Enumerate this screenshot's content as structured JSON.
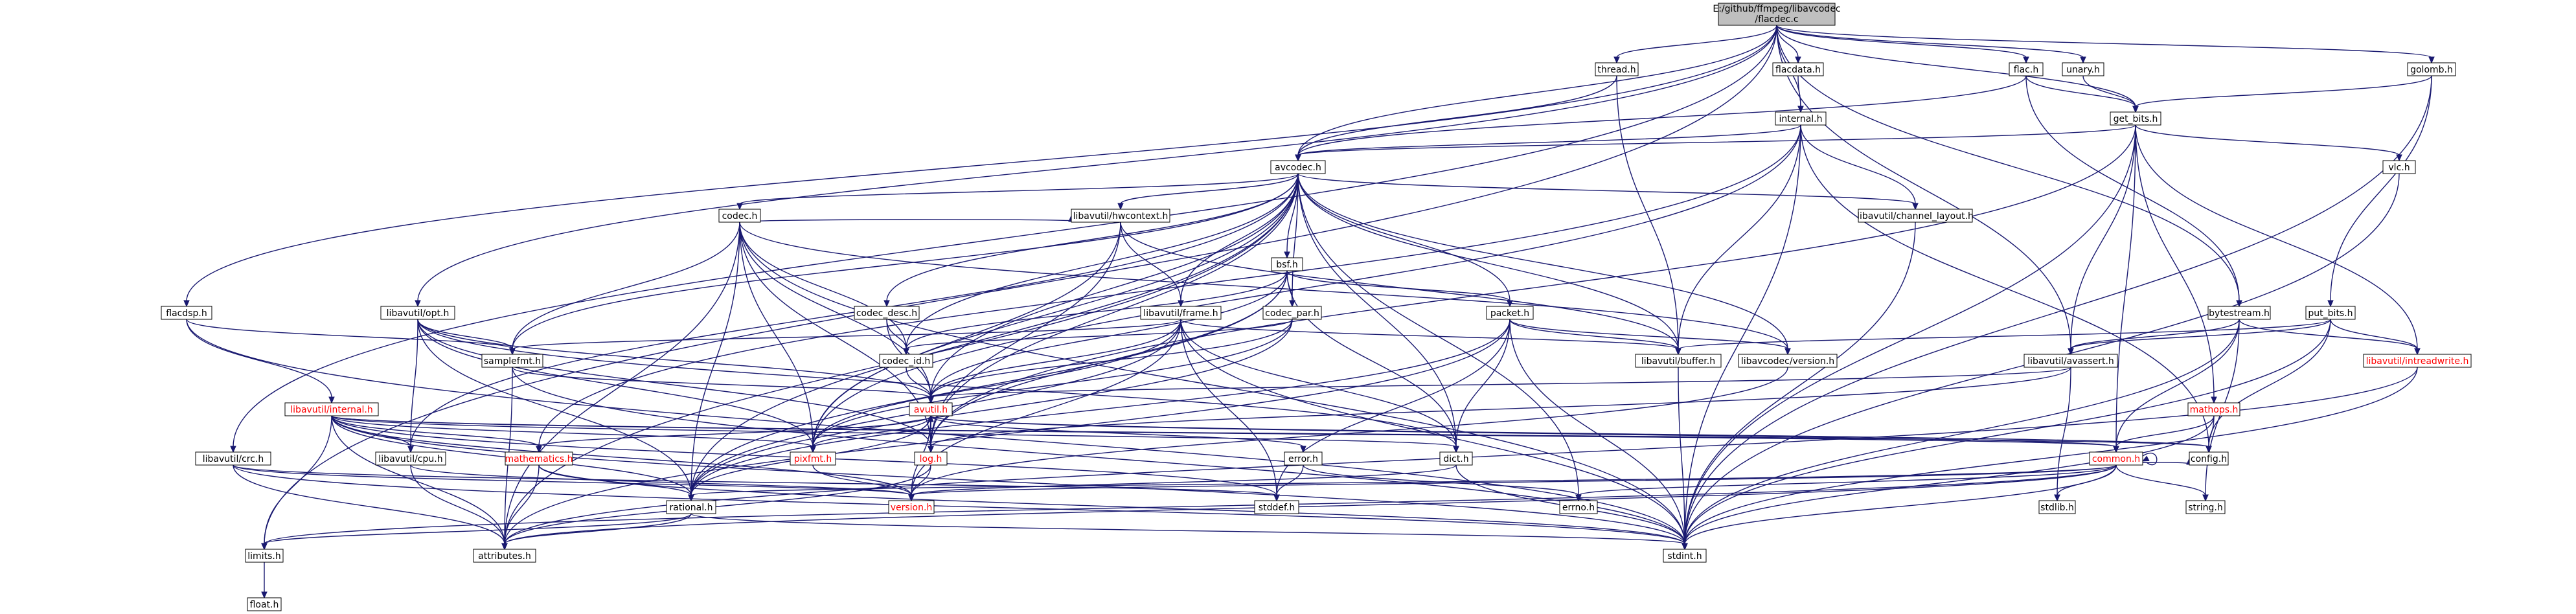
{
  "diagram": {
    "colors": {
      "root_fill": "#bfbfbf",
      "node_fill": "#ffffff",
      "node_border": "#000000",
      "text_normal": "#000000",
      "text_linked_red": "#ff0000",
      "edge_color": "#191970"
    },
    "nodes": [
      {
        "id": "root",
        "label": "E:/github/ffmpeg/libavcodec/flacdec.c",
        "label_lines": [
          "E:/github/ffmpeg/libavcodec",
          "/flacdec.c"
        ],
        "style": "root"
      },
      {
        "id": "flacdata_h",
        "label": "flacdata.h",
        "style": "normal"
      },
      {
        "id": "thread_h",
        "label": "thread.h",
        "style": "normal"
      },
      {
        "id": "internal_h",
        "label": "internal.h",
        "style": "normal"
      },
      {
        "id": "flac_h",
        "label": "flac.h",
        "style": "normal"
      },
      {
        "id": "unary_h",
        "label": "unary.h",
        "style": "normal"
      },
      {
        "id": "golomb_h",
        "label": "golomb.h",
        "style": "normal"
      },
      {
        "id": "get_bits_h",
        "label": "get_bits.h",
        "style": "normal"
      },
      {
        "id": "vlc_h",
        "label": "vlc.h",
        "style": "normal"
      },
      {
        "id": "avcodec_h",
        "label": "avcodec.h",
        "style": "normal"
      },
      {
        "id": "channel_layout_h",
        "label": "libavutil/channel_layout.h",
        "style": "normal"
      },
      {
        "id": "codec_h",
        "label": "codec.h",
        "style": "normal"
      },
      {
        "id": "hwcontext_h",
        "label": "libavutil/hwcontext.h",
        "style": "normal"
      },
      {
        "id": "bsf_h",
        "label": "bsf.h",
        "style": "normal"
      },
      {
        "id": "bytestream_h",
        "label": "bytestream.h",
        "style": "normal"
      },
      {
        "id": "put_bits_h",
        "label": "put_bits.h",
        "style": "normal"
      },
      {
        "id": "flacdsp_h",
        "label": "flacdsp.h",
        "style": "normal"
      },
      {
        "id": "opt_h",
        "label": "libavutil/opt.h",
        "style": "normal"
      },
      {
        "id": "codec_desc_h",
        "label": "codec_desc.h",
        "style": "normal"
      },
      {
        "id": "frame_h",
        "label": "libavutil/frame.h",
        "style": "normal"
      },
      {
        "id": "codec_par_h",
        "label": "codec_par.h",
        "style": "normal"
      },
      {
        "id": "packet_h",
        "label": "packet.h",
        "style": "normal"
      },
      {
        "id": "samplefmt_h",
        "label": "samplefmt.h",
        "style": "normal"
      },
      {
        "id": "codec_id_h",
        "label": "codec_id.h",
        "style": "normal"
      },
      {
        "id": "buffer_h",
        "label": "libavutil/buffer.h",
        "style": "normal"
      },
      {
        "id": "avc_version_h",
        "label": "libavcodec/version.h",
        "style": "normal"
      },
      {
        "id": "avassert_h",
        "label": "libavutil/avassert.h",
        "style": "normal"
      },
      {
        "id": "intreadwrite_h",
        "label": "libavutil/intreadwrite.h",
        "style": "linked"
      },
      {
        "id": "avutil_internal_h",
        "label": "libavutil/internal.h",
        "style": "linked"
      },
      {
        "id": "avutil_h",
        "label": "avutil.h",
        "style": "linked"
      },
      {
        "id": "mathops_h",
        "label": "mathops.h",
        "style": "linked"
      },
      {
        "id": "crc_h",
        "label": "libavutil/crc.h",
        "style": "normal"
      },
      {
        "id": "cpu_h",
        "label": "libavutil/cpu.h",
        "style": "normal"
      },
      {
        "id": "mathematics_h",
        "label": "mathematics.h",
        "style": "linked"
      },
      {
        "id": "pixfmt_h",
        "label": "pixfmt.h",
        "style": "linked"
      },
      {
        "id": "log_h",
        "label": "log.h",
        "style": "linked"
      },
      {
        "id": "error_h",
        "label": "error.h",
        "style": "normal"
      },
      {
        "id": "dict_h",
        "label": "dict.h",
        "style": "normal"
      },
      {
        "id": "common_h",
        "label": "common.h",
        "style": "linked"
      },
      {
        "id": "config_h",
        "label": "config.h",
        "style": "normal"
      },
      {
        "id": "rational_h",
        "label": "rational.h",
        "style": "normal"
      },
      {
        "id": "version_h",
        "label": "version.h",
        "style": "linked"
      },
      {
        "id": "stddef_h",
        "label": "stddef.h",
        "style": "normal"
      },
      {
        "id": "errno_h",
        "label": "errno.h",
        "style": "normal"
      },
      {
        "id": "stdlib_h",
        "label": "stdlib.h",
        "style": "normal"
      },
      {
        "id": "string_h",
        "label": "string.h",
        "style": "normal"
      },
      {
        "id": "limits_h",
        "label": "limits.h",
        "style": "normal"
      },
      {
        "id": "attributes_h",
        "label": "attributes.h",
        "style": "normal"
      },
      {
        "id": "stdint_h",
        "label": "stdint.h",
        "style": "normal"
      },
      {
        "id": "float_h",
        "label": "float.h",
        "style": "normal"
      }
    ],
    "edges": [
      [
        "root",
        "flacdata_h"
      ],
      [
        "root",
        "thread_h"
      ],
      [
        "root",
        "internal_h"
      ],
      [
        "root",
        "flac_h"
      ],
      [
        "root",
        "unary_h"
      ],
      [
        "root",
        "golomb_h"
      ],
      [
        "root",
        "get_bits_h"
      ],
      [
        "root",
        "avcodec_h"
      ],
      [
        "root",
        "bytestream_h"
      ],
      [
        "root",
        "flacdsp_h"
      ],
      [
        "root",
        "opt_h"
      ],
      [
        "root",
        "crc_h"
      ],
      [
        "root",
        "avassert_h"
      ],
      [
        "root",
        "limits_h"
      ],
      [
        "flacdata_h",
        "internal_h"
      ],
      [
        "thread_h",
        "avcodec_h"
      ],
      [
        "thread_h",
        "buffer_h"
      ],
      [
        "internal_h",
        "avcodec_h"
      ],
      [
        "internal_h",
        "channel_layout_h"
      ],
      [
        "internal_h",
        "buffer_h"
      ],
      [
        "internal_h",
        "pixfmt_h"
      ],
      [
        "internal_h",
        "stdint_h"
      ],
      [
        "internal_h",
        "config_h"
      ],
      [
        "internal_h",
        "mathematics_h"
      ],
      [
        "flac_h",
        "avcodec_h"
      ],
      [
        "flac_h",
        "get_bits_h"
      ],
      [
        "flac_h",
        "bytestream_h"
      ],
      [
        "unary_h",
        "get_bits_h"
      ],
      [
        "golomb_h",
        "get_bits_h"
      ],
      [
        "golomb_h",
        "put_bits_h"
      ],
      [
        "golomb_h",
        "stdint_h"
      ],
      [
        "get_bits_h",
        "avcodec_h"
      ],
      [
        "get_bits_h",
        "vlc_h"
      ],
      [
        "get_bits_h",
        "avassert_h"
      ],
      [
        "get_bits_h",
        "intreadwrite_h"
      ],
      [
        "get_bits_h",
        "mathops_h"
      ],
      [
        "get_bits_h",
        "common_h"
      ],
      [
        "get_bits_h",
        "log_h"
      ],
      [
        "get_bits_h",
        "stdint_h"
      ],
      [
        "vlc_h",
        "stdint_h"
      ],
      [
        "avcodec_h",
        "codec_h"
      ],
      [
        "avcodec_h",
        "hwcontext_h"
      ],
      [
        "avcodec_h",
        "bsf_h"
      ],
      [
        "avcodec_h",
        "codec_desc_h"
      ],
      [
        "avcodec_h",
        "frame_h"
      ],
      [
        "avcodec_h",
        "codec_par_h"
      ],
      [
        "avcodec_h",
        "packet_h"
      ],
      [
        "avcodec_h",
        "samplefmt_h"
      ],
      [
        "avcodec_h",
        "codec_id_h"
      ],
      [
        "avcodec_h",
        "buffer_h"
      ],
      [
        "avcodec_h",
        "avc_version_h"
      ],
      [
        "avcodec_h",
        "channel_layout_h"
      ],
      [
        "avcodec_h",
        "avutil_h"
      ],
      [
        "avcodec_h",
        "dict_h"
      ],
      [
        "avcodec_h",
        "log_h"
      ],
      [
        "avcodec_h",
        "pixfmt_h"
      ],
      [
        "avcodec_h",
        "rational_h"
      ],
      [
        "avcodec_h",
        "attributes_h"
      ],
      [
        "avcodec_h",
        "errno_h"
      ],
      [
        "avcodec_h",
        "cpu_h"
      ],
      [
        "channel_layout_h",
        "stdint_h"
      ],
      [
        "codec_h",
        "hwcontext_h"
      ],
      [
        "codec_h",
        "samplefmt_h"
      ],
      [
        "codec_h",
        "codec_id_h"
      ],
      [
        "codec_h",
        "avutil_h"
      ],
      [
        "codec_h",
        "log_h"
      ],
      [
        "codec_h",
        "pixfmt_h"
      ],
      [
        "codec_h",
        "rational_h"
      ],
      [
        "codec_h",
        "avc_version_h"
      ],
      [
        "codec_h",
        "stdint_h"
      ],
      [
        "codec_h",
        "attributes_h"
      ],
      [
        "hwcontext_h",
        "frame_h"
      ],
      [
        "hwcontext_h",
        "buffer_h"
      ],
      [
        "hwcontext_h",
        "pixfmt_h"
      ],
      [
        "hwcontext_h",
        "log_h"
      ],
      [
        "bsf_h",
        "codec_id_h"
      ],
      [
        "bsf_h",
        "codec_par_h"
      ],
      [
        "bsf_h",
        "packet_h"
      ],
      [
        "bsf_h",
        "dict_h"
      ],
      [
        "bsf_h",
        "log_h"
      ],
      [
        "bsf_h",
        "rational_h"
      ],
      [
        "bsf_h",
        "avutil_h"
      ],
      [
        "bytestream_h",
        "avassert_h"
      ],
      [
        "bytestream_h",
        "intreadwrite_h"
      ],
      [
        "bytestream_h",
        "common_h"
      ],
      [
        "bytestream_h",
        "string_h"
      ],
      [
        "bytestream_h",
        "stdint_h"
      ],
      [
        "put_bits_h",
        "avassert_h"
      ],
      [
        "put_bits_h",
        "intreadwrite_h"
      ],
      [
        "put_bits_h",
        "buffer_h"
      ],
      [
        "put_bits_h",
        "config_h"
      ],
      [
        "put_bits_h",
        "stdint_h"
      ],
      [
        "flacdsp_h",
        "samplefmt_h"
      ],
      [
        "flacdsp_h",
        "avutil_internal_h"
      ],
      [
        "flacdsp_h",
        "stdint_h"
      ],
      [
        "opt_h",
        "samplefmt_h"
      ],
      [
        "opt_h",
        "avutil_h"
      ],
      [
        "opt_h",
        "dict_h"
      ],
      [
        "opt_h",
        "log_h"
      ],
      [
        "opt_h",
        "pixfmt_h"
      ],
      [
        "opt_h",
        "rational_h"
      ],
      [
        "opt_h",
        "cpu_h"
      ],
      [
        "codec_desc_h",
        "codec_id_h"
      ],
      [
        "codec_desc_h",
        "avutil_h"
      ],
      [
        "frame_h",
        "samplefmt_h"
      ],
      [
        "frame_h",
        "avutil_h"
      ],
      [
        "frame_h",
        "buffer_h"
      ],
      [
        "frame_h",
        "dict_h"
      ],
      [
        "frame_h",
        "rational_h"
      ],
      [
        "frame_h",
        "pixfmt_h"
      ],
      [
        "frame_h",
        "stddef_h"
      ],
      [
        "frame_h",
        "stdint_h"
      ],
      [
        "frame_h",
        "version_h"
      ],
      [
        "codec_par_h",
        "codec_id_h"
      ],
      [
        "codec_par_h",
        "avutil_h"
      ],
      [
        "codec_par_h",
        "pixfmt_h"
      ],
      [
        "codec_par_h",
        "rational_h"
      ],
      [
        "packet_h",
        "buffer_h"
      ],
      [
        "packet_h",
        "avc_version_h"
      ],
      [
        "packet_h",
        "dict_h"
      ],
      [
        "packet_h",
        "rational_h"
      ],
      [
        "packet_h",
        "stddef_h"
      ],
      [
        "packet_h",
        "stdint_h"
      ],
      [
        "packet_h",
        "attributes_h"
      ],
      [
        "samplefmt_h",
        "avutil_h"
      ],
      [
        "samplefmt_h",
        "attributes_h"
      ],
      [
        "samplefmt_h",
        "stdint_h"
      ],
      [
        "codec_id_h",
        "avutil_h"
      ],
      [
        "buffer_h",
        "stdint_h"
      ],
      [
        "avc_version_h",
        "version_h"
      ],
      [
        "avassert_h",
        "avutil_h"
      ],
      [
        "avassert_h",
        "log_h"
      ],
      [
        "avassert_h",
        "stdlib_h"
      ],
      [
        "intreadwrite_h",
        "stdint_h"
      ],
      [
        "intreadwrite_h",
        "attributes_h"
      ],
      [
        "avutil_internal_h",
        "attributes_h"
      ],
      [
        "avutil_internal_h",
        "dict_h"
      ],
      [
        "avutil_internal_h",
        "pixfmt_h"
      ],
      [
        "avutil_internal_h",
        "stddef_h"
      ],
      [
        "avutil_internal_h",
        "cpu_h"
      ],
      [
        "avutil_internal_h",
        "common_h"
      ],
      [
        "avutil_internal_h",
        "version_h"
      ],
      [
        "avutil_internal_h",
        "limits_h"
      ],
      [
        "avutil_internal_h",
        "stdint_h"
      ],
      [
        "avutil_internal_h",
        "config_h"
      ],
      [
        "avutil_internal_h",
        "mathematics_h"
      ],
      [
        "avutil_internal_h",
        "rational_h"
      ],
      [
        "avutil_h",
        "common_h"
      ],
      [
        "avutil_h",
        "error_h"
      ],
      [
        "avutil_h",
        "version_h"
      ],
      [
        "avutil_h",
        "mathematics_h"
      ],
      [
        "avutil_h",
        "rational_h"
      ],
      [
        "avutil_h",
        "pixfmt_h"
      ],
      [
        "avutil_h",
        "log_h"
      ],
      [
        "avutil_h",
        "config_h"
      ],
      [
        "mathops_h",
        "common_h"
      ],
      [
        "mathops_h",
        "config_h"
      ],
      [
        "mathops_h",
        "stdint_h"
      ],
      [
        "crc_h",
        "attributes_h"
      ],
      [
        "crc_h",
        "version_h"
      ],
      [
        "crc_h",
        "stddef_h"
      ],
      [
        "crc_h",
        "stdint_h"
      ],
      [
        "cpu_h",
        "attributes_h"
      ],
      [
        "cpu_h",
        "version_h"
      ],
      [
        "mathematics_h",
        "attributes_h"
      ],
      [
        "mathematics_h",
        "rational_h"
      ],
      [
        "mathematics_h",
        "stdint_h"
      ],
      [
        "pixfmt_h",
        "version_h"
      ],
      [
        "log_h",
        "avutil_h"
      ],
      [
        "log_h",
        "attributes_h"
      ],
      [
        "log_h",
        "version_h"
      ],
      [
        "error_h",
        "errno_h"
      ],
      [
        "error_h",
        "stddef_h"
      ],
      [
        "dict_h",
        "stdint_h"
      ],
      [
        "dict_h",
        "version_h"
      ],
      [
        "common_h",
        "attributes_h"
      ],
      [
        "common_h",
        "errno_h"
      ],
      [
        "common_h",
        "stdlib_h"
      ],
      [
        "common_h",
        "string_h"
      ],
      [
        "common_h",
        "stdint_h"
      ],
      [
        "common_h",
        "version_h"
      ],
      [
        "common_h",
        "config_h"
      ],
      [
        "common_h",
        "rational_h"
      ],
      [
        "common_h",
        "limits_h"
      ],
      [
        "common_h",
        "common_h"
      ],
      [
        "rational_h",
        "attributes_h"
      ],
      [
        "rational_h",
        "stdint_h"
      ],
      [
        "rational_h",
        "limits_h"
      ],
      [
        "limits_h",
        "float_h"
      ]
    ]
  }
}
